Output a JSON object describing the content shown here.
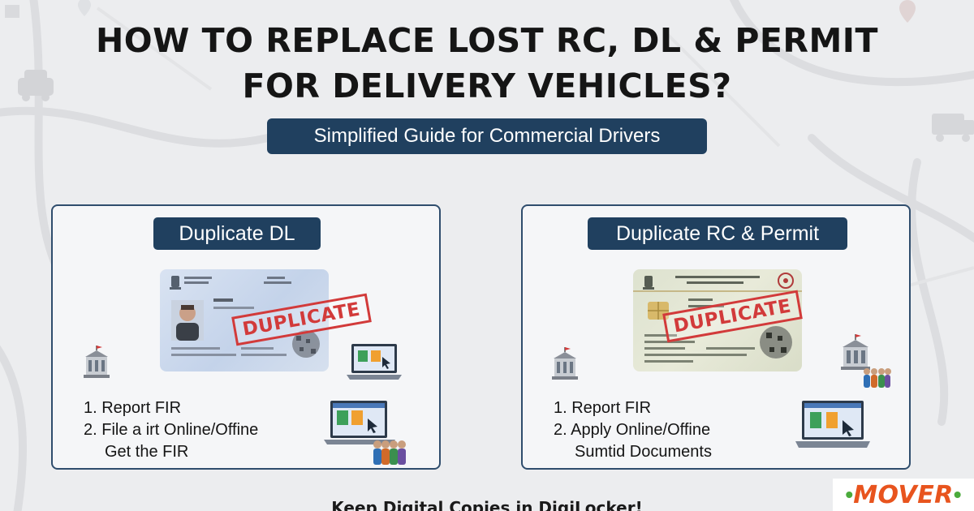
{
  "header": {
    "title_line1": "HOW TO REPLACE LOST RC, DL & PERMIT",
    "title_line2": "FOR DELIVERY VEHICLES?",
    "subtitle": "Simplified Guide for Commercial Drivers"
  },
  "panels": [
    {
      "title": "Duplicate DL",
      "stamp": "DUPLICATE",
      "steps": [
        "1. Report FIR",
        "2. File a irt Online/Offine",
        "Get the FIR"
      ]
    },
    {
      "title": "Duplicate RC & Permit",
      "stamp": "DUPLICATE",
      "steps": [
        "1. Report FIR",
        "2. Apply Online/Offine",
        "Sumtid Documents"
      ]
    }
  ],
  "footer": {
    "text": "Keep Digital Copies in DigiLocker!"
  },
  "brand": {
    "logo_text": "MOVER",
    "accent_color": "#e8541e",
    "dot_color": "#4bab3c"
  },
  "colors": {
    "navy": "#20405f",
    "stamp_red": "#d23a3a"
  },
  "icons": [
    "government-building-icon",
    "laptop-icon",
    "queue-people-icon",
    "map-pin-icon",
    "car-icon",
    "truck-icon"
  ]
}
